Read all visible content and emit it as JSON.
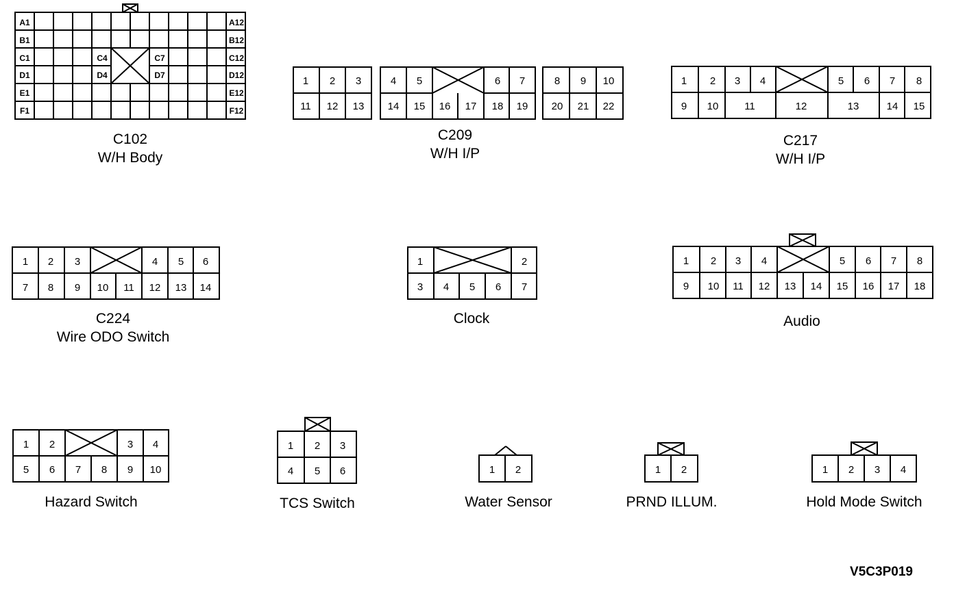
{
  "diagram_code": "V5C3P019",
  "connectors": {
    "c102": {
      "code": "C102",
      "name": "W/H Body",
      "row_left_labels": [
        "A1",
        "B1",
        "C1",
        "D1",
        "E1",
        "F1"
      ],
      "row_right_labels": [
        "A12",
        "B12",
        "C12",
        "D12",
        "E12",
        "F12"
      ],
      "inner_labels": [
        "C4",
        "C7",
        "D4",
        "D7"
      ]
    },
    "c209": {
      "code": "C209",
      "name": "W/H I/P",
      "block_a": {
        "top": [
          "1",
          "2",
          "3"
        ],
        "bottom": [
          "11",
          "12",
          "13"
        ]
      },
      "block_b": {
        "top": [
          "4",
          "5",
          "6",
          "7"
        ],
        "bottom": [
          "14",
          "15",
          "16",
          "17",
          "18",
          "19"
        ]
      },
      "block_c": {
        "top": [
          "8",
          "9",
          "10"
        ],
        "bottom": [
          "20",
          "21",
          "22"
        ]
      }
    },
    "c217": {
      "code": "C217",
      "name": "W/H I/P",
      "top": [
        "1",
        "2",
        "3",
        "4",
        "5",
        "6",
        "7",
        "8"
      ],
      "bottom": [
        "9",
        "10",
        "11",
        "12",
        "13",
        "14",
        "15"
      ]
    },
    "c224": {
      "code": "C224",
      "name": "Wire ODO Switch",
      "top": [
        "1",
        "2",
        "3",
        "4",
        "5",
        "6"
      ],
      "bottom": [
        "7",
        "8",
        "9",
        "10",
        "11",
        "12",
        "13",
        "14"
      ]
    },
    "clock": {
      "name": "Clock",
      "top": [
        "1",
        "2"
      ],
      "bottom": [
        "3",
        "4",
        "5",
        "6",
        "7"
      ]
    },
    "audio": {
      "name": "Audio",
      "top": [
        "1",
        "2",
        "3",
        "4",
        "5",
        "6",
        "7",
        "8"
      ],
      "bottom": [
        "9",
        "10",
        "11",
        "12",
        "13",
        "14",
        "15",
        "16",
        "17",
        "18"
      ]
    },
    "hazard": {
      "name": "Hazard Switch",
      "top": [
        "1",
        "2",
        "3",
        "4"
      ],
      "bottom": [
        "5",
        "6",
        "7",
        "8",
        "9",
        "10"
      ]
    },
    "tcs": {
      "name": "TCS Switch",
      "top": [
        "1",
        "2",
        "3"
      ],
      "bottom": [
        "4",
        "5",
        "6"
      ]
    },
    "water": {
      "name": "Water Sensor",
      "pins": [
        "1",
        "2"
      ]
    },
    "prnd": {
      "name": "PRND ILLUM.",
      "pins": [
        "1",
        "2"
      ]
    },
    "hold": {
      "name": "Hold Mode Switch",
      "pins": [
        "1",
        "2",
        "3",
        "4"
      ]
    }
  }
}
